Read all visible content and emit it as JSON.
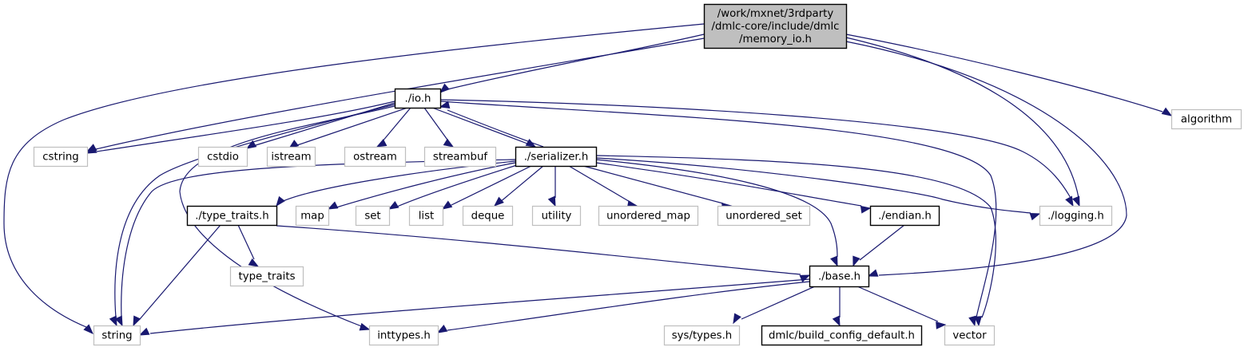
{
  "graph": {
    "title": "Include dependency graph for memory_io.h",
    "colors": {
      "edge": "#191970",
      "root_fill": "#bfbfbf",
      "root_border": "#000000",
      "internal_border": "#000000",
      "external_border": "#bfbfbf",
      "node_fill": "#ffffff"
    },
    "nodes": [
      {
        "id": "memory_io",
        "lines": [
          "/work/mxnet/3rdparty",
          "/dmlc-core/include/dmlc",
          "/memory_io.h"
        ],
        "kind": "root"
      },
      {
        "id": "io",
        "lines": [
          "./io.h"
        ],
        "kind": "internal"
      },
      {
        "id": "algorithm",
        "lines": [
          "algorithm"
        ],
        "kind": "external"
      },
      {
        "id": "cstring",
        "lines": [
          "cstring"
        ],
        "kind": "external"
      },
      {
        "id": "cstdio",
        "lines": [
          "cstdio"
        ],
        "kind": "external"
      },
      {
        "id": "istream",
        "lines": [
          "istream"
        ],
        "kind": "external"
      },
      {
        "id": "ostream",
        "lines": [
          "ostream"
        ],
        "kind": "external"
      },
      {
        "id": "streambuf",
        "lines": [
          "streambuf"
        ],
        "kind": "external"
      },
      {
        "id": "serializer",
        "lines": [
          "./serializer.h"
        ],
        "kind": "internal"
      },
      {
        "id": "type_traits_h",
        "lines": [
          "./type_traits.h"
        ],
        "kind": "internal"
      },
      {
        "id": "map",
        "lines": [
          "map"
        ],
        "kind": "external"
      },
      {
        "id": "set",
        "lines": [
          "set"
        ],
        "kind": "external"
      },
      {
        "id": "list",
        "lines": [
          "list"
        ],
        "kind": "external"
      },
      {
        "id": "deque",
        "lines": [
          "deque"
        ],
        "kind": "external"
      },
      {
        "id": "utility",
        "lines": [
          "utility"
        ],
        "kind": "external"
      },
      {
        "id": "unordered_map",
        "lines": [
          "unordered_map"
        ],
        "kind": "external"
      },
      {
        "id": "unordered_set",
        "lines": [
          "unordered_set"
        ],
        "kind": "external"
      },
      {
        "id": "endian",
        "lines": [
          "./endian.h"
        ],
        "kind": "internal"
      },
      {
        "id": "logging",
        "lines": [
          "./logging.h"
        ],
        "kind": "external"
      },
      {
        "id": "type_traits",
        "lines": [
          "type_traits"
        ],
        "kind": "external"
      },
      {
        "id": "base",
        "lines": [
          "./base.h"
        ],
        "kind": "internal"
      },
      {
        "id": "string",
        "lines": [
          "string"
        ],
        "kind": "external"
      },
      {
        "id": "inttypes",
        "lines": [
          "inttypes.h"
        ],
        "kind": "external"
      },
      {
        "id": "sys_types",
        "lines": [
          "sys/types.h"
        ],
        "kind": "external"
      },
      {
        "id": "build_config",
        "lines": [
          "dmlc/build_config_default.h"
        ],
        "kind": "internal"
      },
      {
        "id": "vector",
        "lines": [
          "vector"
        ],
        "kind": "external"
      }
    ],
    "edges": [
      {
        "from": "memory_io",
        "to": "io"
      },
      {
        "from": "memory_io",
        "to": "string"
      },
      {
        "from": "memory_io",
        "to": "cstring"
      },
      {
        "from": "memory_io",
        "to": "algorithm"
      },
      {
        "from": "memory_io",
        "to": "logging"
      },
      {
        "from": "memory_io",
        "to": "base"
      },
      {
        "from": "io",
        "to": "cstring"
      },
      {
        "from": "io",
        "to": "cstdio"
      },
      {
        "from": "io",
        "to": "istream"
      },
      {
        "from": "io",
        "to": "ostream"
      },
      {
        "from": "io",
        "to": "streambuf"
      },
      {
        "from": "io",
        "to": "serializer"
      },
      {
        "from": "io",
        "to": "string"
      },
      {
        "from": "io",
        "to": "inttypes"
      },
      {
        "from": "io",
        "to": "vector"
      },
      {
        "from": "io",
        "to": "logging"
      },
      {
        "from": "serializer",
        "to": "io"
      },
      {
        "from": "serializer",
        "to": "type_traits_h"
      },
      {
        "from": "serializer",
        "to": "map"
      },
      {
        "from": "serializer",
        "to": "set"
      },
      {
        "from": "serializer",
        "to": "list"
      },
      {
        "from": "serializer",
        "to": "deque"
      },
      {
        "from": "serializer",
        "to": "utility"
      },
      {
        "from": "serializer",
        "to": "unordered_map"
      },
      {
        "from": "serializer",
        "to": "unordered_set"
      },
      {
        "from": "serializer",
        "to": "endian"
      },
      {
        "from": "serializer",
        "to": "logging"
      },
      {
        "from": "serializer",
        "to": "base"
      },
      {
        "from": "serializer",
        "to": "string"
      },
      {
        "from": "serializer",
        "to": "vector"
      },
      {
        "from": "type_traits_h",
        "to": "type_traits"
      },
      {
        "from": "type_traits_h",
        "to": "base"
      },
      {
        "from": "type_traits_h",
        "to": "string"
      },
      {
        "from": "endian",
        "to": "base"
      },
      {
        "from": "base",
        "to": "string"
      },
      {
        "from": "base",
        "to": "inttypes"
      },
      {
        "from": "base",
        "to": "sys_types"
      },
      {
        "from": "base",
        "to": "build_config"
      },
      {
        "from": "base",
        "to": "vector"
      }
    ]
  }
}
